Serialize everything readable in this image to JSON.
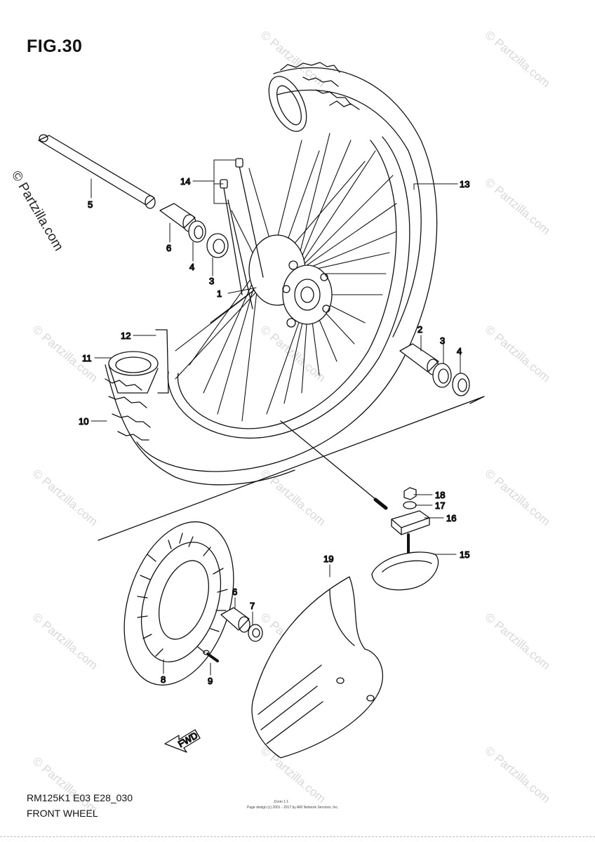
{
  "header": {
    "title": "FIG.30"
  },
  "footer": {
    "code": "RM125K1 E03 E28_030",
    "name": "FRONT WHEEL"
  },
  "watermark": {
    "text": "© Partzilla.com",
    "side_text": "© Partzilla.com"
  },
  "small_print": {
    "line1": "Zoom 1:1",
    "line2": "Page design (c) 2001 - 2017 by ARI Network Services, Inc."
  },
  "fwd_label": "FWD",
  "callouts": {
    "c1": "1",
    "c2": "2",
    "c3a": "3",
    "c3b": "3",
    "c4a": "4",
    "c4b": "4",
    "c5": "5",
    "c6a": "6",
    "c6b": "6",
    "c7": "7",
    "c8": "8",
    "c9": "9",
    "c10": "10",
    "c11": "11",
    "c12": "12",
    "c13": "13",
    "c14": "14",
    "c15": "15",
    "c16": "16",
    "c17": "17",
    "c18": "18",
    "c19": "19"
  }
}
